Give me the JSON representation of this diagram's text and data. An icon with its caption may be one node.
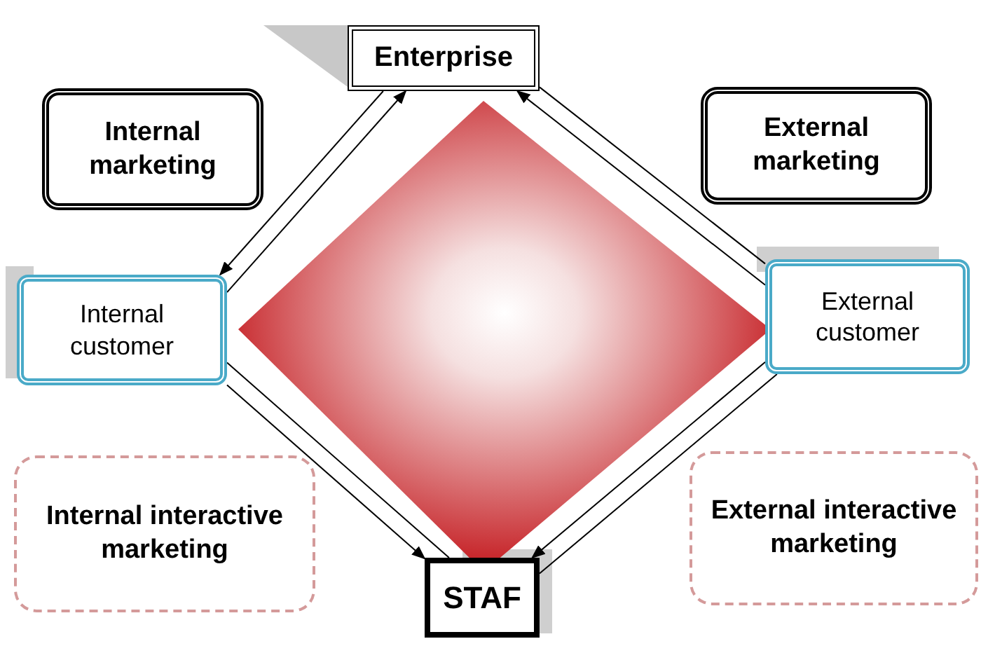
{
  "diagram": {
    "nodes": [
      {
        "text": [
          "Enterprise"
        ]
      },
      {
        "text": [
          "Internal marketing"
        ]
      },
      {
        "text": [
          "External marketing"
        ]
      },
      {
        "text": [
          "Internal customer"
        ]
      },
      {
        "text": [
          "External customer"
        ]
      },
      {
        "text": [
          "Internal interactive marketing"
        ]
      },
      {
        "text": [
          "External interactive marketing"
        ]
      },
      {
        "text": [
          "STAF"
        ]
      },
      {
        "text": [],
        "shape": "diamond"
      }
    ],
    "edges": [
      {
        "from": 0,
        "to": 3,
        "arrow": "to"
      },
      {
        "from": 3,
        "to": 0,
        "arrow": "to"
      },
      {
        "from": 4,
        "to": 0,
        "arrow": "to"
      },
      {
        "from": 0,
        "to": 4,
        "arrow": "none"
      },
      {
        "from": 3,
        "to": 7,
        "arrow": "to"
      },
      {
        "from": 3,
        "to": 7,
        "arrow": "none"
      },
      {
        "from": 4,
        "to": 7,
        "arrow": "to"
      },
      {
        "from": 4,
        "to": 7,
        "arrow": "none"
      }
    ]
  }
}
